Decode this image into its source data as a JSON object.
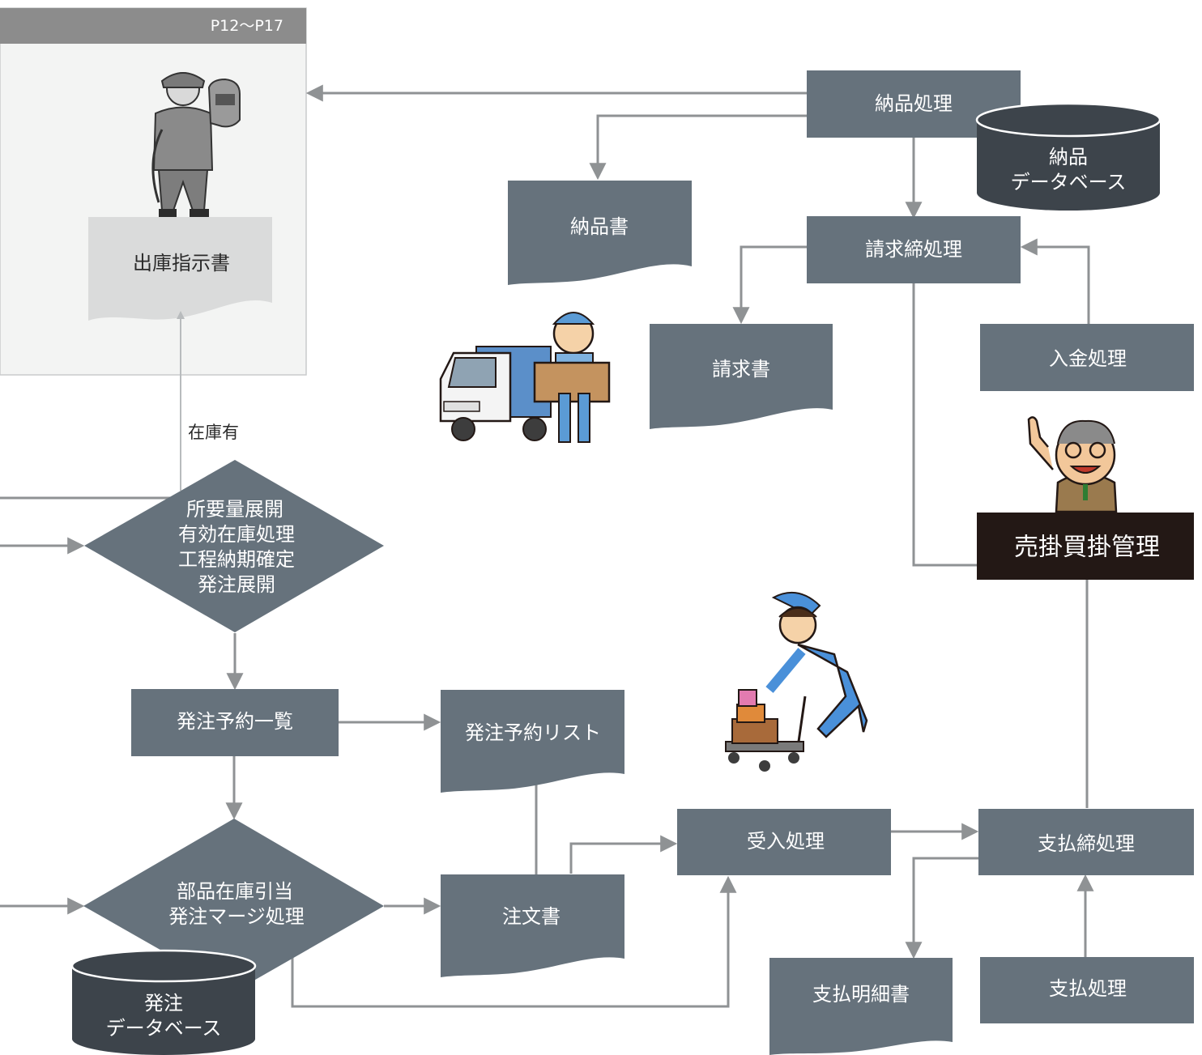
{
  "colors": {
    "process": "#66727c",
    "database": "#3d444b",
    "highlight": "#231815",
    "arrow": "#8f9294",
    "panel": "#f3f4f3",
    "panel_header": "#8c8c8c"
  },
  "panel": {
    "page_ref": "P12〜P17",
    "document_label": "出庫指示書"
  },
  "nodes": {
    "delivery_process": "納品処理",
    "delivery_db": [
      "納品",
      "データベース"
    ],
    "delivery_note": "納品書",
    "billing_close": "請求締処理",
    "invoice": "請求書",
    "payment_receipt": "入金処理",
    "ar_ap_management": "売掛買掛管理",
    "in_stock_label": "在庫有",
    "requirement_decision": [
      "所要量展開",
      "有効在庫処理",
      "工程納期確定",
      "発注展開"
    ],
    "order_reservation_list": "発注予約一覧",
    "order_reservation_doc": "発注予約リスト",
    "allocation_decision": [
      "部品在庫引当",
      "発注マージ処理"
    ],
    "order_db": [
      "発注",
      "データベース"
    ],
    "purchase_order": "注文書",
    "receiving": "受入処理",
    "payment_close": "支払締処理",
    "payment_statement": "支払明細書",
    "payment_process": "支払処理"
  },
  "icons": [
    "welder-worker-icon",
    "delivery-truck-courier-icon",
    "manager-pointing-icon",
    "worker-pushing-cart-icon"
  ]
}
